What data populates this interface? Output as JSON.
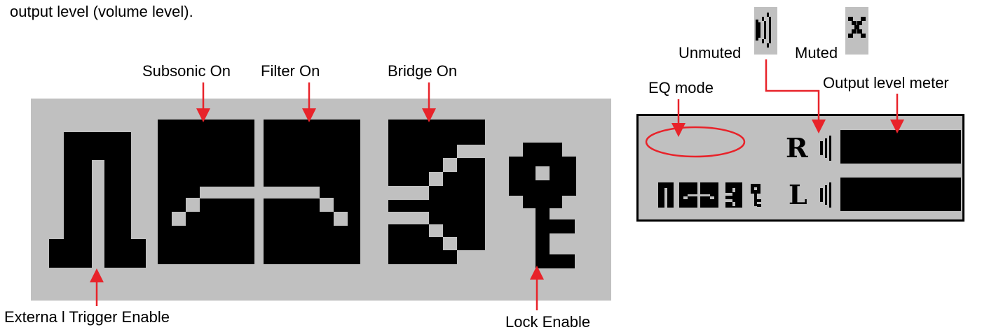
{
  "intro_text": "output level (volume level).",
  "labels": {
    "subsonic_on": "Subsonic On",
    "filter_on": "Filter On",
    "bridge_on": "Bridge On",
    "external_trigger_enable": "Externa l Trigger Enable",
    "lock_enable": "Lock Enable",
    "unmuted": "Unmuted",
    "muted": "Muted",
    "eq_mode": "EQ mode",
    "output_level_meter": "Output level meter"
  },
  "lcd": {
    "right_channel": "R",
    "left_channel": "L",
    "right_level": 1.0,
    "left_level": 1.0
  },
  "colors": {
    "panel": "#c0c0c0",
    "pixel": "#000000",
    "arrow": "#e8232a"
  },
  "icons": [
    "external-trigger-icon",
    "subsonic-icon",
    "filter-icon",
    "bridge-icon",
    "lock-icon",
    "unmuted-speaker-icon",
    "muted-x-icon"
  ]
}
